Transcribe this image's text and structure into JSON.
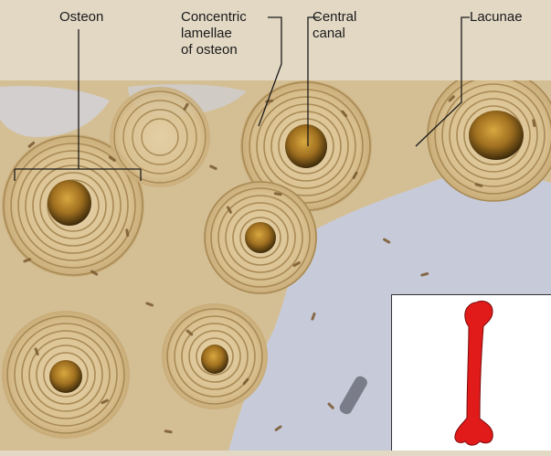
{
  "labels": {
    "osteon": "Osteon",
    "lamellae": [
      "Concentric",
      "lamellae",
      "of osteon"
    ],
    "central_canal": [
      "Central",
      "canal"
    ],
    "lacunae": "Lacunae"
  },
  "colors": {
    "header_bg": "#e2d8c4",
    "bone_matrix": "#d8c39a",
    "lamella_line": "#a88a55",
    "lacuna": "#7a5a30",
    "canal": "#7a5410",
    "canal_light": "#c89a35",
    "interstitial": "#c9cfe0",
    "leader_line": "#1a1a1a",
    "femur": "#e11a1a"
  },
  "inset": {
    "icon": "femur-bone-icon"
  }
}
